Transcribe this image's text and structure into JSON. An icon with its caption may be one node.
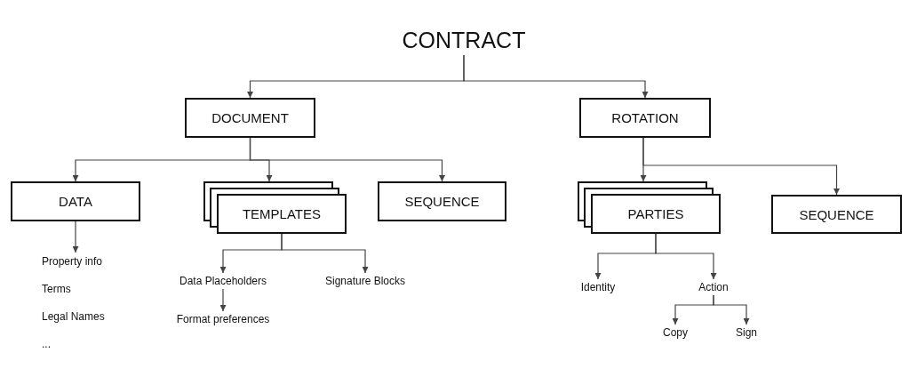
{
  "diagram": {
    "nodes": [
      {
        "text": [
          "CONTRACT"
        ]
      },
      {
        "text": [
          "DOCUMENT"
        ]
      },
      {
        "text": [
          "ROTATION"
        ]
      },
      {
        "text": [
          "DATA"
        ]
      },
      {
        "text": [
          "TEMPLATES"
        ]
      },
      {
        "text": [
          "SEQUENCE"
        ]
      },
      {
        "text": [
          "PARTIES"
        ]
      },
      {
        "text": [
          "SEQUENCE"
        ]
      },
      {
        "text": [
          "Property info",
          "Terms",
          "Legal Names",
          "..."
        ]
      },
      {
        "text": [
          "Data Placeholders"
        ]
      },
      {
        "text": [
          "Signature Blocks"
        ]
      },
      {
        "text": [
          "Format preferences"
        ]
      },
      {
        "text": [
          "Identity"
        ]
      },
      {
        "text": [
          "Action"
        ]
      },
      {
        "text": [
          "Copy"
        ]
      },
      {
        "text": [
          "Sign"
        ]
      }
    ],
    "edges": [
      {
        "from": 0,
        "to": 1,
        "arrow": "to"
      },
      {
        "from": 0,
        "to": 2,
        "arrow": "to"
      },
      {
        "from": 1,
        "to": 3,
        "arrow": "to"
      },
      {
        "from": 1,
        "to": 4,
        "arrow": "to"
      },
      {
        "from": 1,
        "to": 5,
        "arrow": "to"
      },
      {
        "from": 2,
        "to": 6,
        "arrow": "to"
      },
      {
        "from": 2,
        "to": 7,
        "arrow": "to"
      },
      {
        "from": 3,
        "to": 8,
        "arrow": "to"
      },
      {
        "from": 4,
        "to": 9,
        "arrow": "to"
      },
      {
        "from": 4,
        "to": 10,
        "arrow": "to"
      },
      {
        "from": 9,
        "to": 11,
        "arrow": "to"
      },
      {
        "from": 6,
        "to": 12,
        "arrow": "to"
      },
      {
        "from": 6,
        "to": 13,
        "arrow": "to"
      },
      {
        "from": 13,
        "to": 14,
        "arrow": "to"
      },
      {
        "from": 13,
        "to": 15,
        "arrow": "to"
      }
    ]
  }
}
